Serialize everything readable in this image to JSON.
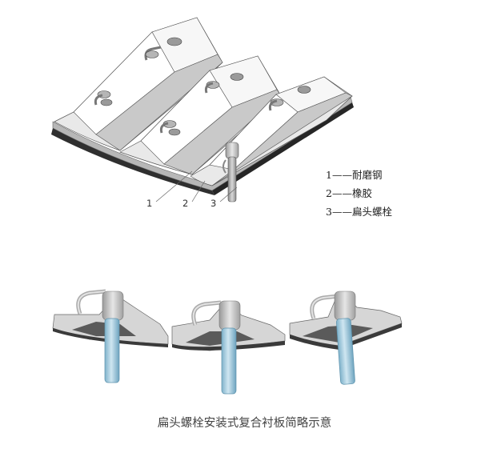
{
  "top_figure": {
    "part_numbers": [
      "1",
      "2",
      "3"
    ],
    "legend": [
      {
        "number": "1",
        "dash": "——",
        "label": "耐磨钢"
      },
      {
        "number": "2",
        "dash": "——",
        "label": "橡胶"
      },
      {
        "number": "3",
        "dash": "——",
        "label": "扁头螺栓"
      }
    ]
  },
  "bottom_figure": {
    "caption": "扁头螺栓安装式复合衬板简略示意",
    "bolt_count": 3
  },
  "colors": {
    "steel_face": "#f3f3f3",
    "steel_shadow": "#d0d0d0",
    "steel_side": "#b9b9b9",
    "rubber": "#3a3a3a",
    "bolt_blue": "#a9cfe2",
    "bolt_blue_dark": "#6ea4bf",
    "outline": "#555555"
  }
}
